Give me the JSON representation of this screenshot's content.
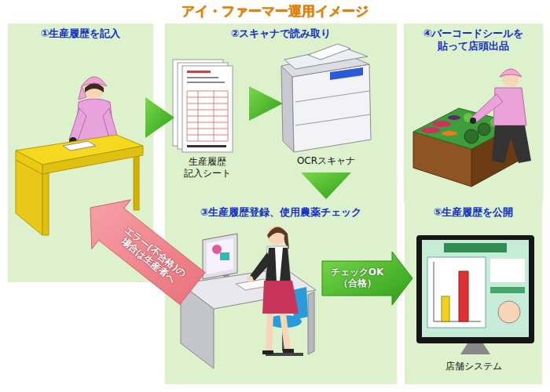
{
  "diagram": {
    "title": "アイ・ファーマー運用イメージ",
    "nodes": [
      {
        "text": [
          "①生産履歴を記入"
        ]
      },
      {
        "text": [
          "②スキャナで読み取り"
        ]
      },
      {
        "text": [
          "生産履歴 記入シート"
        ],
        "in": 1
      },
      {
        "text": [
          "OCRスキャナ"
        ],
        "in": 1
      },
      {
        "text": [
          "③生産履歴登録、使用農薬チェック"
        ]
      },
      {
        "text": [
          "④バーコードシールを 貼って店頭出品"
        ]
      },
      {
        "text": [
          "⑤生産履歴を公開"
        ]
      },
      {
        "text": [
          "店舗システム"
        ],
        "in": 6
      }
    ],
    "edges": [
      {
        "from": 0,
        "to": 1,
        "arrow": "to"
      },
      {
        "from": 2,
        "to": 3,
        "arrow": "to"
      },
      {
        "from": 3,
        "to": 4,
        "arrow": "to"
      },
      {
        "from": 4,
        "to": 0,
        "label": "エラー(不合格)の 場合は生産者へ",
        "arrow": "to"
      },
      {
        "from": 4,
        "to": 6,
        "label": "チェックOK （合格）",
        "arrow": "to"
      }
    ]
  }
}
